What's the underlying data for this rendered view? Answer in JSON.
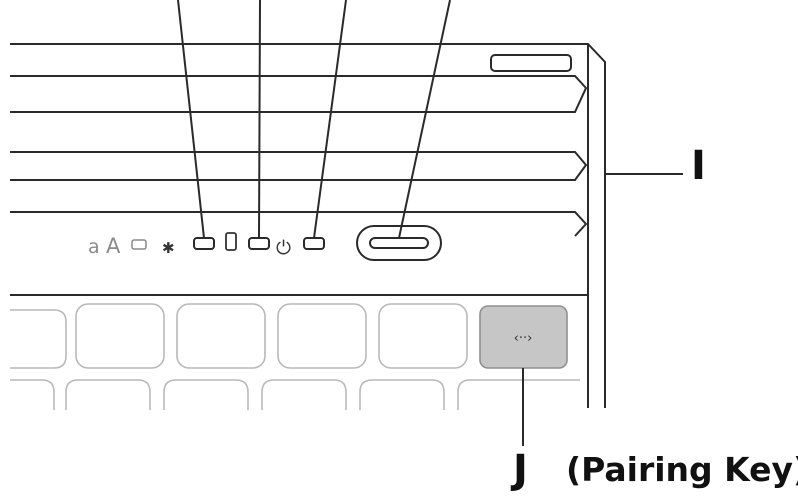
{
  "diagram": {
    "callouts": [
      {
        "letter": "I",
        "note": ""
      },
      {
        "letter": "J",
        "note": "(Pairing Key)"
      }
    ],
    "indicator_glyphs": {
      "caps_lower": "a",
      "caps_upper": "A",
      "bluetooth": "✱",
      "power": "⏻"
    },
    "pairing_key_glyph": "‹··›",
    "colors": {
      "line": "#2a2a2a",
      "key_outline": "#b9b9b9",
      "pairing_key_fill": "#c6c6c6",
      "indicator_text": "#8a8a8a"
    },
    "icons": [
      "bluetooth-icon",
      "battery-icon",
      "power-icon",
      "pairing-icon"
    ]
  }
}
